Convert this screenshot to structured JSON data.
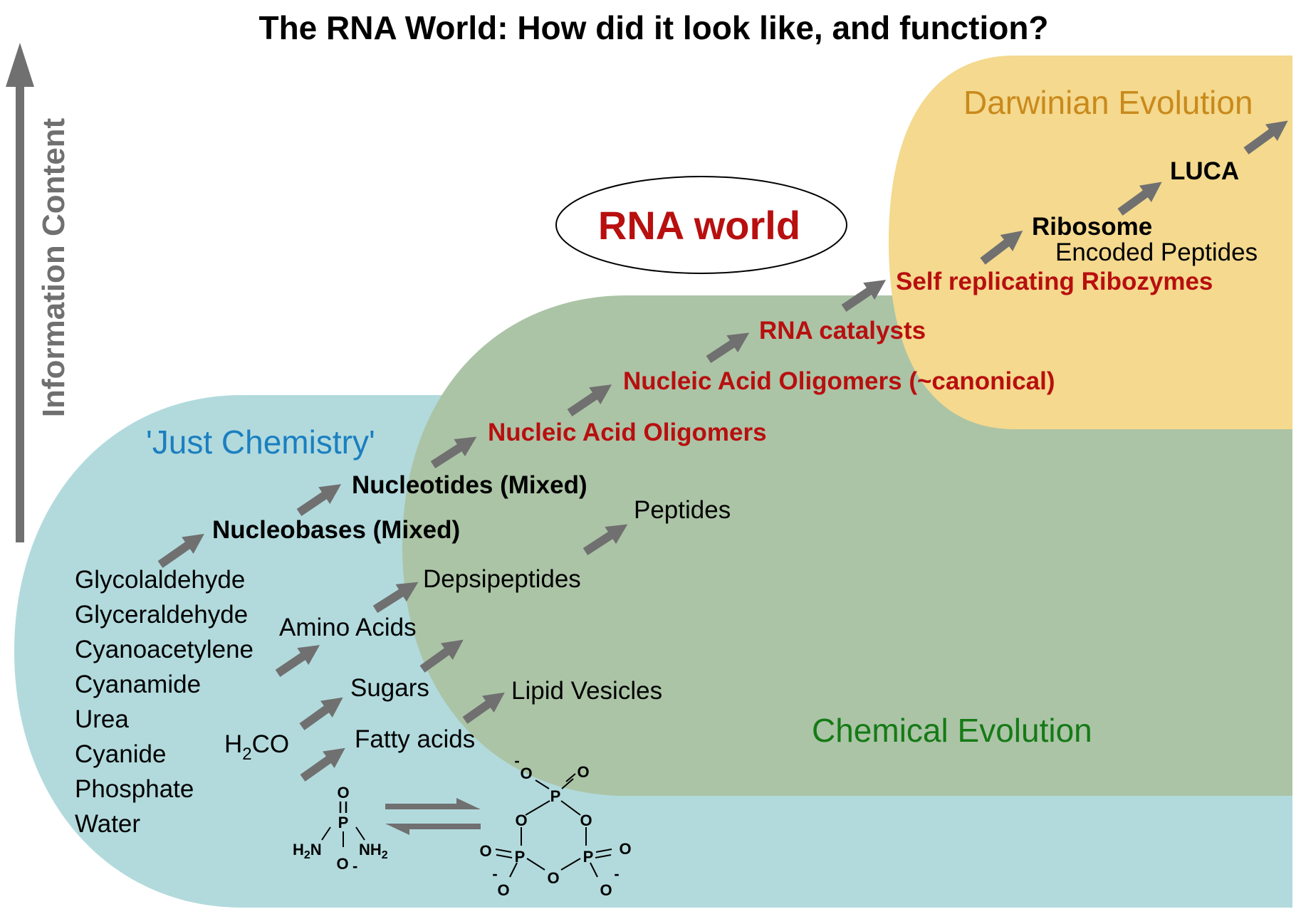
{
  "title": "The RNA World: How did it look like, and function?",
  "axis_label": "Information Content",
  "regions": {
    "just_chemistry": "'Just Chemistry'",
    "chemical_evolution": "Chemical Evolution",
    "darwinian_evolution": "Darwinian Evolution",
    "rna_world": "RNA world"
  },
  "feedstocks": [
    "Glycolaldehyde",
    "Glyceraldehyde",
    "Cyanoacetylene",
    "Cyanamide",
    "Urea",
    "Cyanide",
    "Phosphate",
    "Water"
  ],
  "intermediates": {
    "h2co_main": "H",
    "h2co_sub": "2",
    "h2co_end": "CO",
    "amino_acids": "Amino Acids",
    "sugars": "Sugars",
    "fatty_acids": "Fatty acids",
    "depsipeptides": "Depsipeptides",
    "peptides": "Peptides",
    "lipid_vesicles": "Lipid Vesicles",
    "nucleobases": "Nucleobases (Mixed)",
    "nucleotides": "Nucleotides (Mixed)"
  },
  "rna_stages": {
    "oligomers": "Nucleic Acid Oligomers",
    "oligomers_canonical": "Nucleic Acid Oligomers (~canonical)",
    "catalysts": "RNA catalysts",
    "self_replicating": "Self replicating Ribozymes"
  },
  "darwinian_stages": {
    "ribosome": "Ribosome",
    "encoded_peptides": "Encoded Peptides",
    "luca": "LUCA"
  },
  "molecules": {
    "diamidophosphate": {
      "O_top": "O",
      "P": "P",
      "H2N_main": "H",
      "H2N_sub": "2",
      "H2N_end": "N",
      "NH2_main": "NH",
      "NH2_sub": "2",
      "O_bottom": "O",
      "O_minus": "-"
    },
    "trimetaphosphate": {
      "P": "P",
      "O": "O",
      "minus": "-"
    }
  },
  "colors": {
    "just_chemistry_bg": "#b2dadd",
    "chemical_evolution_bg": "#abc4a6",
    "darwinian_bg": "#f4d98e",
    "rna_red": "#b80f0f",
    "just_chemistry_text": "#1b7fc0",
    "chemical_evolution_text": "#157a16",
    "darwinian_text": "#c98a1c",
    "arrow": "#707070",
    "axis_text": "#707070"
  }
}
